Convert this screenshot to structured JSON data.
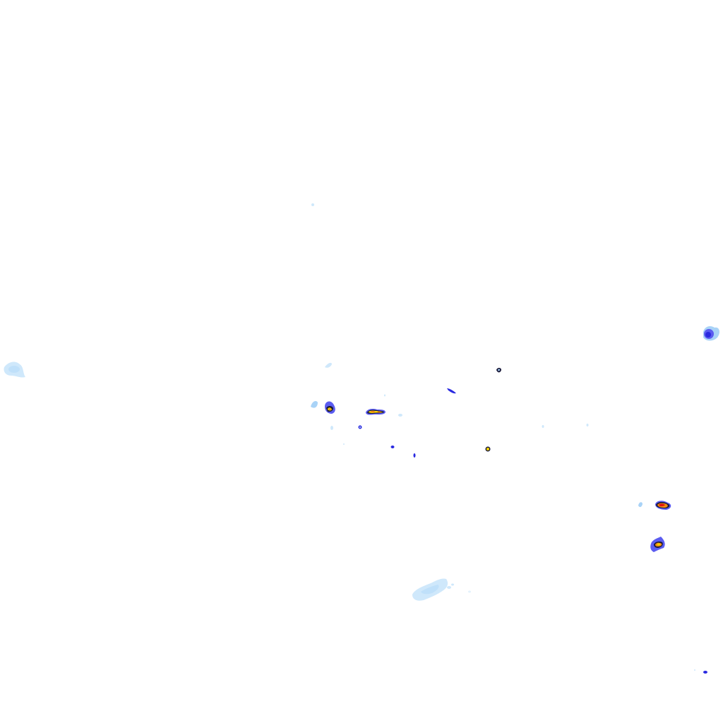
{
  "map": {
    "type": "precipitation-radar-overlay",
    "background_color": "#ffffff",
    "intensity_palette": {
      "very_light": "#cfe8fb",
      "light": "#a9d3f7",
      "moderate": "#5b5cf0",
      "heavy_blue": "#2a2ae0",
      "outline_dark": "#1a1a3a",
      "intense_yellow": "#f5d400",
      "intense_orange": "#f08a10",
      "extreme_red": "#e01010"
    },
    "cells": [
      {
        "id": "cell-west-edge",
        "intensity": "very_light"
      },
      {
        "id": "cell-north-speck",
        "intensity": "very_light"
      },
      {
        "id": "cell-center-faint-1",
        "intensity": "very_light"
      },
      {
        "id": "cell-center-faint-2",
        "intensity": "very_light"
      },
      {
        "id": "cell-center-west-storm",
        "intensity": "intense"
      },
      {
        "id": "cell-center-line-storm",
        "intensity": "intense"
      },
      {
        "id": "cell-center-small-ring",
        "intensity": "moderate"
      },
      {
        "id": "cell-center-north-ring",
        "intensity": "moderate"
      },
      {
        "id": "cell-center-streak",
        "intensity": "moderate"
      },
      {
        "id": "cell-center-dot-1",
        "intensity": "moderate"
      },
      {
        "id": "cell-center-dot-2",
        "intensity": "moderate"
      },
      {
        "id": "cell-center-east-small",
        "intensity": "intense"
      },
      {
        "id": "cell-east-edge",
        "intensity": "moderate"
      },
      {
        "id": "cell-southeast-storm-1",
        "intensity": "extreme"
      },
      {
        "id": "cell-southeast-storm-2",
        "intensity": "extreme"
      },
      {
        "id": "cell-southeast-faint",
        "intensity": "light"
      },
      {
        "id": "cell-south-cloud",
        "intensity": "very_light"
      },
      {
        "id": "cell-far-southeast-dot",
        "intensity": "moderate"
      }
    ]
  }
}
